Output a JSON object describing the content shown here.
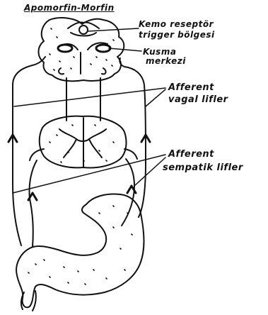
{
  "title": "Apomorfin-Morfin",
  "labels": {
    "chemoreceptor_line1": "Kemo reseptör",
    "chemoreceptor_line2": "trigger bölgesi",
    "vomiting_center_line1": "Kusma",
    "vomiting_center_line2": "merkezi",
    "vagal_line1": "Afferent",
    "vagal_line2": "vagal lifler",
    "sympathetic_line1": "Afferent",
    "sympathetic_line2": "sempatik lifler"
  },
  "colors": {
    "ink": "#111111",
    "paper": "#ffffff"
  }
}
